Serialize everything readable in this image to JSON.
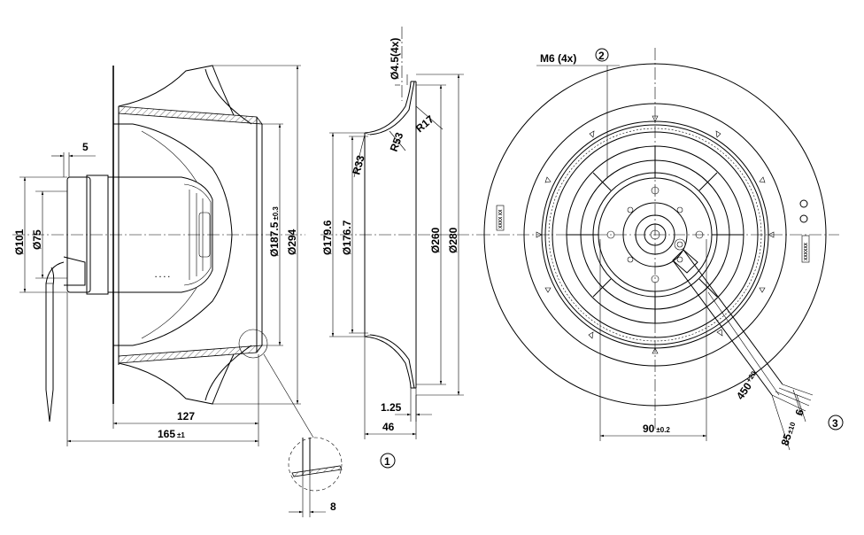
{
  "side_view": {
    "dims": {
      "d101": "Ø101",
      "d75": "Ø75",
      "d187": "Ø187.5",
      "d187_tol": "±0.3",
      "d294": "Ø294",
      "w5": "5",
      "w127": "127",
      "w165": "165",
      "w165_tol": "±1"
    }
  },
  "inlet_ring": {
    "dims": {
      "d4_5": "Ø4.5(4x)",
      "r17": "R17",
      "r53": "R53",
      "r33": "R33",
      "d179": "Ø179.6",
      "d176": "Ø176.7",
      "d260": "Ø260",
      "d280": "Ø280",
      "w1_25": "1.25",
      "w46": "46"
    },
    "callout": "1"
  },
  "detail": {
    "w8": "8"
  },
  "front_view": {
    "dims": {
      "m6": "M6 (4x)",
      "w90": "90",
      "w90_tol": "±0.2",
      "l450": "450",
      "l450_tol": "+20",
      "l85": "85",
      "l85_tol": "±10",
      "l6": "6"
    },
    "callout_2": "2",
    "callout_3": "3",
    "label_left": "XXXX XX",
    "label_right": "XXXXXX"
  }
}
